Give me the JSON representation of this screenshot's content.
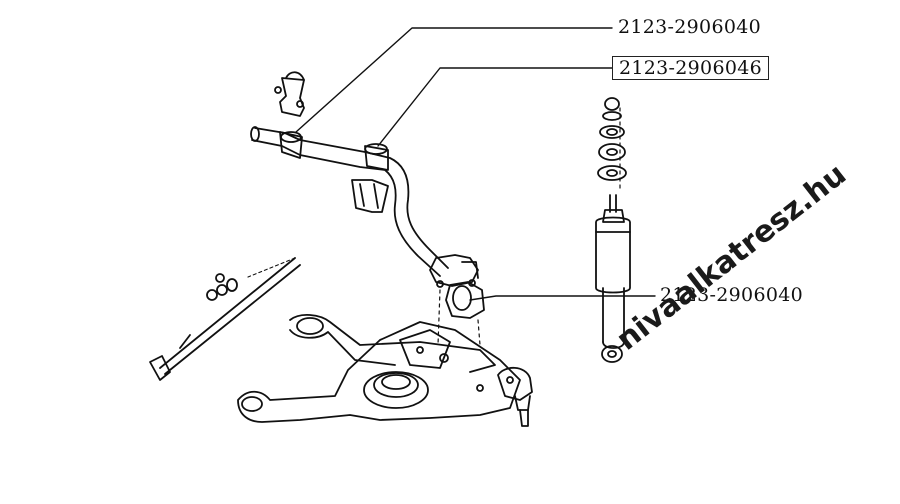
{
  "labels": {
    "top_part_number": "2123-2906040",
    "boxed_part_number": "2123-2906046",
    "lower_part_number": "2123-2906040"
  },
  "watermark": "nivaalkatresz.hu",
  "colors": {
    "line": "#111111",
    "background": "#ffffff"
  }
}
